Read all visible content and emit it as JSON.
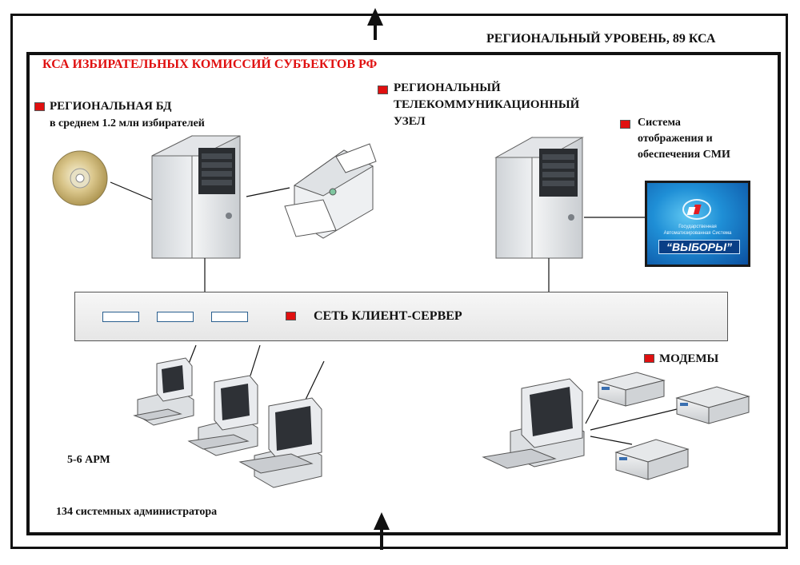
{
  "header": {
    "regional_level": "РЕГИОНАЛЬНЫЙ УРОВЕНЬ, 89 КСА"
  },
  "title": {
    "ksa": "КСА ИЗБИРАТЕЛЬНЫХ КОМИССИЙ СУБЪЕКТОВ РФ"
  },
  "nodes": {
    "regional_db": {
      "line1": "РЕГИОНАЛЬНАЯ БД",
      "line2": "в среднем 1.2 млн избирателей"
    },
    "telecom": {
      "line1": "РЕГИОНАЛЬНЫЙ",
      "line2": "ТЕЛЕКОММУНИКАЦИОННЫЙ",
      "line3": "УЗЕЛ"
    },
    "media": {
      "line1": "Система",
      "line2": "отображения и",
      "line3": "обеспечения СМИ"
    },
    "network": {
      "label": "СЕТЬ КЛИЕНТ-СЕРВЕР"
    },
    "modems": {
      "label": "МОДЕМЫ"
    }
  },
  "vybory_logo": {
    "sub1": "Государственная",
    "sub2": "Автоматизированная Система",
    "main": "“ВЫБОРЫ”"
  },
  "workstations": {
    "count_label": "5-6 АРМ"
  },
  "admins": {
    "label": "134 системных администратора"
  },
  "colors": {
    "accent_red": "#e01010",
    "title_red": "#e01010",
    "frame": "#111111",
    "network_slot": "#2a5f8f"
  },
  "icons": [
    "up-arrow-icon",
    "cd-disc-icon",
    "server-tower-icon",
    "printer-icon",
    "desktop-computer-icon",
    "modem-icon"
  ]
}
